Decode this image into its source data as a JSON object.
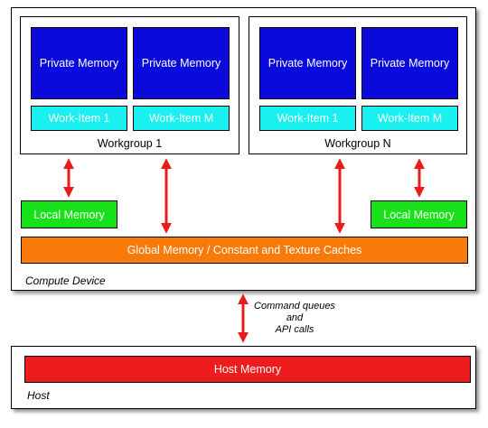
{
  "compute_device": {
    "label": "Compute Device",
    "workgroups": [
      {
        "label": "Workgroup 1",
        "private_memory": [
          "Private Memory",
          "Private Memory"
        ],
        "work_items": [
          "Work-Item 1",
          "Work-Item M"
        ]
      },
      {
        "label": "Workgroup N",
        "private_memory": [
          "Private Memory",
          "Private Memory"
        ],
        "work_items": [
          "Work-Item 1",
          "Work-Item M"
        ]
      }
    ],
    "local_memory": [
      "Local Memory",
      "Local Memory"
    ],
    "global_memory": "Global Memory / Constant and Texture Caches"
  },
  "connector": {
    "lines": [
      "Command queues",
      "and",
      "API calls"
    ]
  },
  "host": {
    "label": "Host",
    "host_memory": "Host Memory"
  },
  "colors": {
    "private_memory": "#0a0adc",
    "work_item": "#19f0f0",
    "local_memory": "#19e119",
    "global_memory": "#fa7a09",
    "host_memory": "#ee1c1c",
    "arrow": "#e81b1b"
  }
}
